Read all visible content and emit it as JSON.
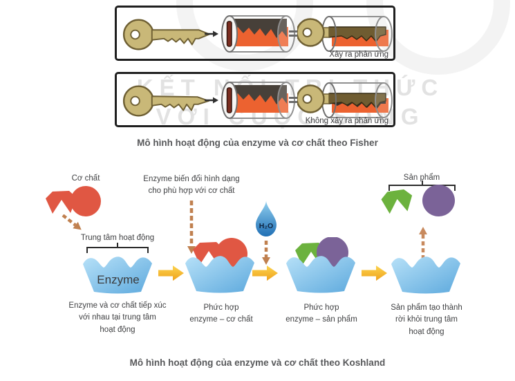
{
  "fisher": {
    "panels": [
      {
        "result": "Xảy ra phản ứng"
      },
      {
        "result": "Không xảy ra phản ứng"
      }
    ],
    "caption": "Mô hình hoạt động của enzyme và cơ chất theo Fisher"
  },
  "koshland": {
    "substrate_label": "Cơ chất",
    "enzyme_change_label": "Enzyme biến đổi hình dạng\ncho phù hợp với cơ chất",
    "active_site_label": "Trung tâm hoạt động",
    "water_label": "H₂O",
    "product_label": "Sản phẩm",
    "enzyme_label": "Enzyme",
    "stage_captions": [
      "Enzyme và cơ chất tiếp xúc\nvới nhau tại trung tâm\nhoạt động",
      "Phức hợp\nenzyme – cơ chất",
      "Phức hợp\nenzyme – sản phẩm",
      "Sản phẩm tạo thành\nrời khỏi trung tâm\nhoạt động"
    ],
    "caption": "Mô hình hoạt động của enzyme và cơ chất theo Koshland"
  },
  "watermark": {
    "line1": "KẾT NỐI TRI THỨC",
    "line2": "VỚI CUỘC SỐNG"
  },
  "colors": {
    "enzyme_blue": "#7ec2ec",
    "substrate_red": "#e05743",
    "product_green": "#6cb23e",
    "product_purple": "#7b6398",
    "arrow_yellow": "#f5c236",
    "dashed_arrow_tan": "#c0804f",
    "water_drop_blue": "#2b7fc2",
    "key_gold": "#c9b878",
    "lock_orange": "#ec6230",
    "lock_dark": "#474039"
  }
}
